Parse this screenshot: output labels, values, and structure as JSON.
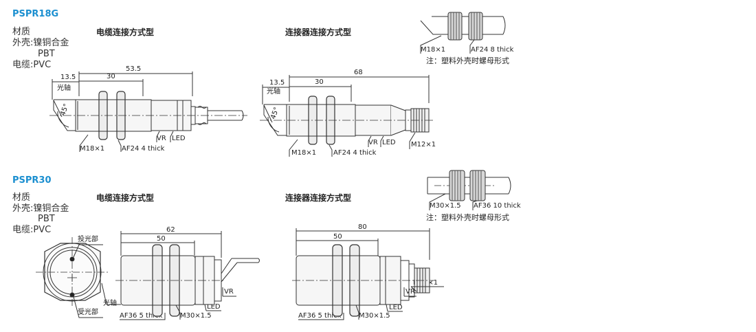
{
  "sections": [
    {
      "model": "PSPR18G",
      "spec_material": "材质",
      "spec_shell": "外壳:镍铜合金",
      "spec_pbt": "PBT",
      "spec_cable": "电缆:PVC",
      "cable_type_title": "电缆连接方式型",
      "connector_type_title": "连接器连接方式型",
      "cable_dims": {
        "d1": "13.5",
        "d2": "30",
        "d3": "53.5"
      },
      "connector_dims": {
        "d1": "13.5",
        "d2": "30",
        "d3": "68"
      },
      "labels": {
        "optical_axis": "光轴",
        "angle": "45°",
        "thread": "M18×1",
        "nut": "AF24 4 thick",
        "vr": "VR",
        "led": "LED",
        "connector_thread": "M12×1"
      },
      "nut_detail": {
        "thread": "M18×1",
        "nut": "AF24 8 thick",
        "note": "注：塑料外壳时螺母形式"
      }
    },
    {
      "model": "PSPR30",
      "spec_material": "材质",
      "spec_shell": "外壳:镍铜合金",
      "spec_pbt": "PBT",
      "spec_cable": "电缆:PVC",
      "cable_type_title": "电缆连接方式型",
      "connector_type_title": "连接器连接方式型",
      "front_labels": {
        "emitter": "投光部",
        "axis": "光轴",
        "receiver": "受光部"
      },
      "cable_dims": {
        "d1": "62",
        "d2": "50"
      },
      "connector_dims": {
        "d1": "80",
        "d2": "50"
      },
      "labels": {
        "nut": "AF36 5 thick",
        "thread": "M30×1.5",
        "vr": "VR",
        "led": "LED",
        "connector_thread": "M12×1"
      },
      "nut_detail": {
        "thread": "M30×1.5",
        "nut": "AF36 10 thick",
        "note": "注：塑料外壳时螺母形式"
      }
    }
  ]
}
